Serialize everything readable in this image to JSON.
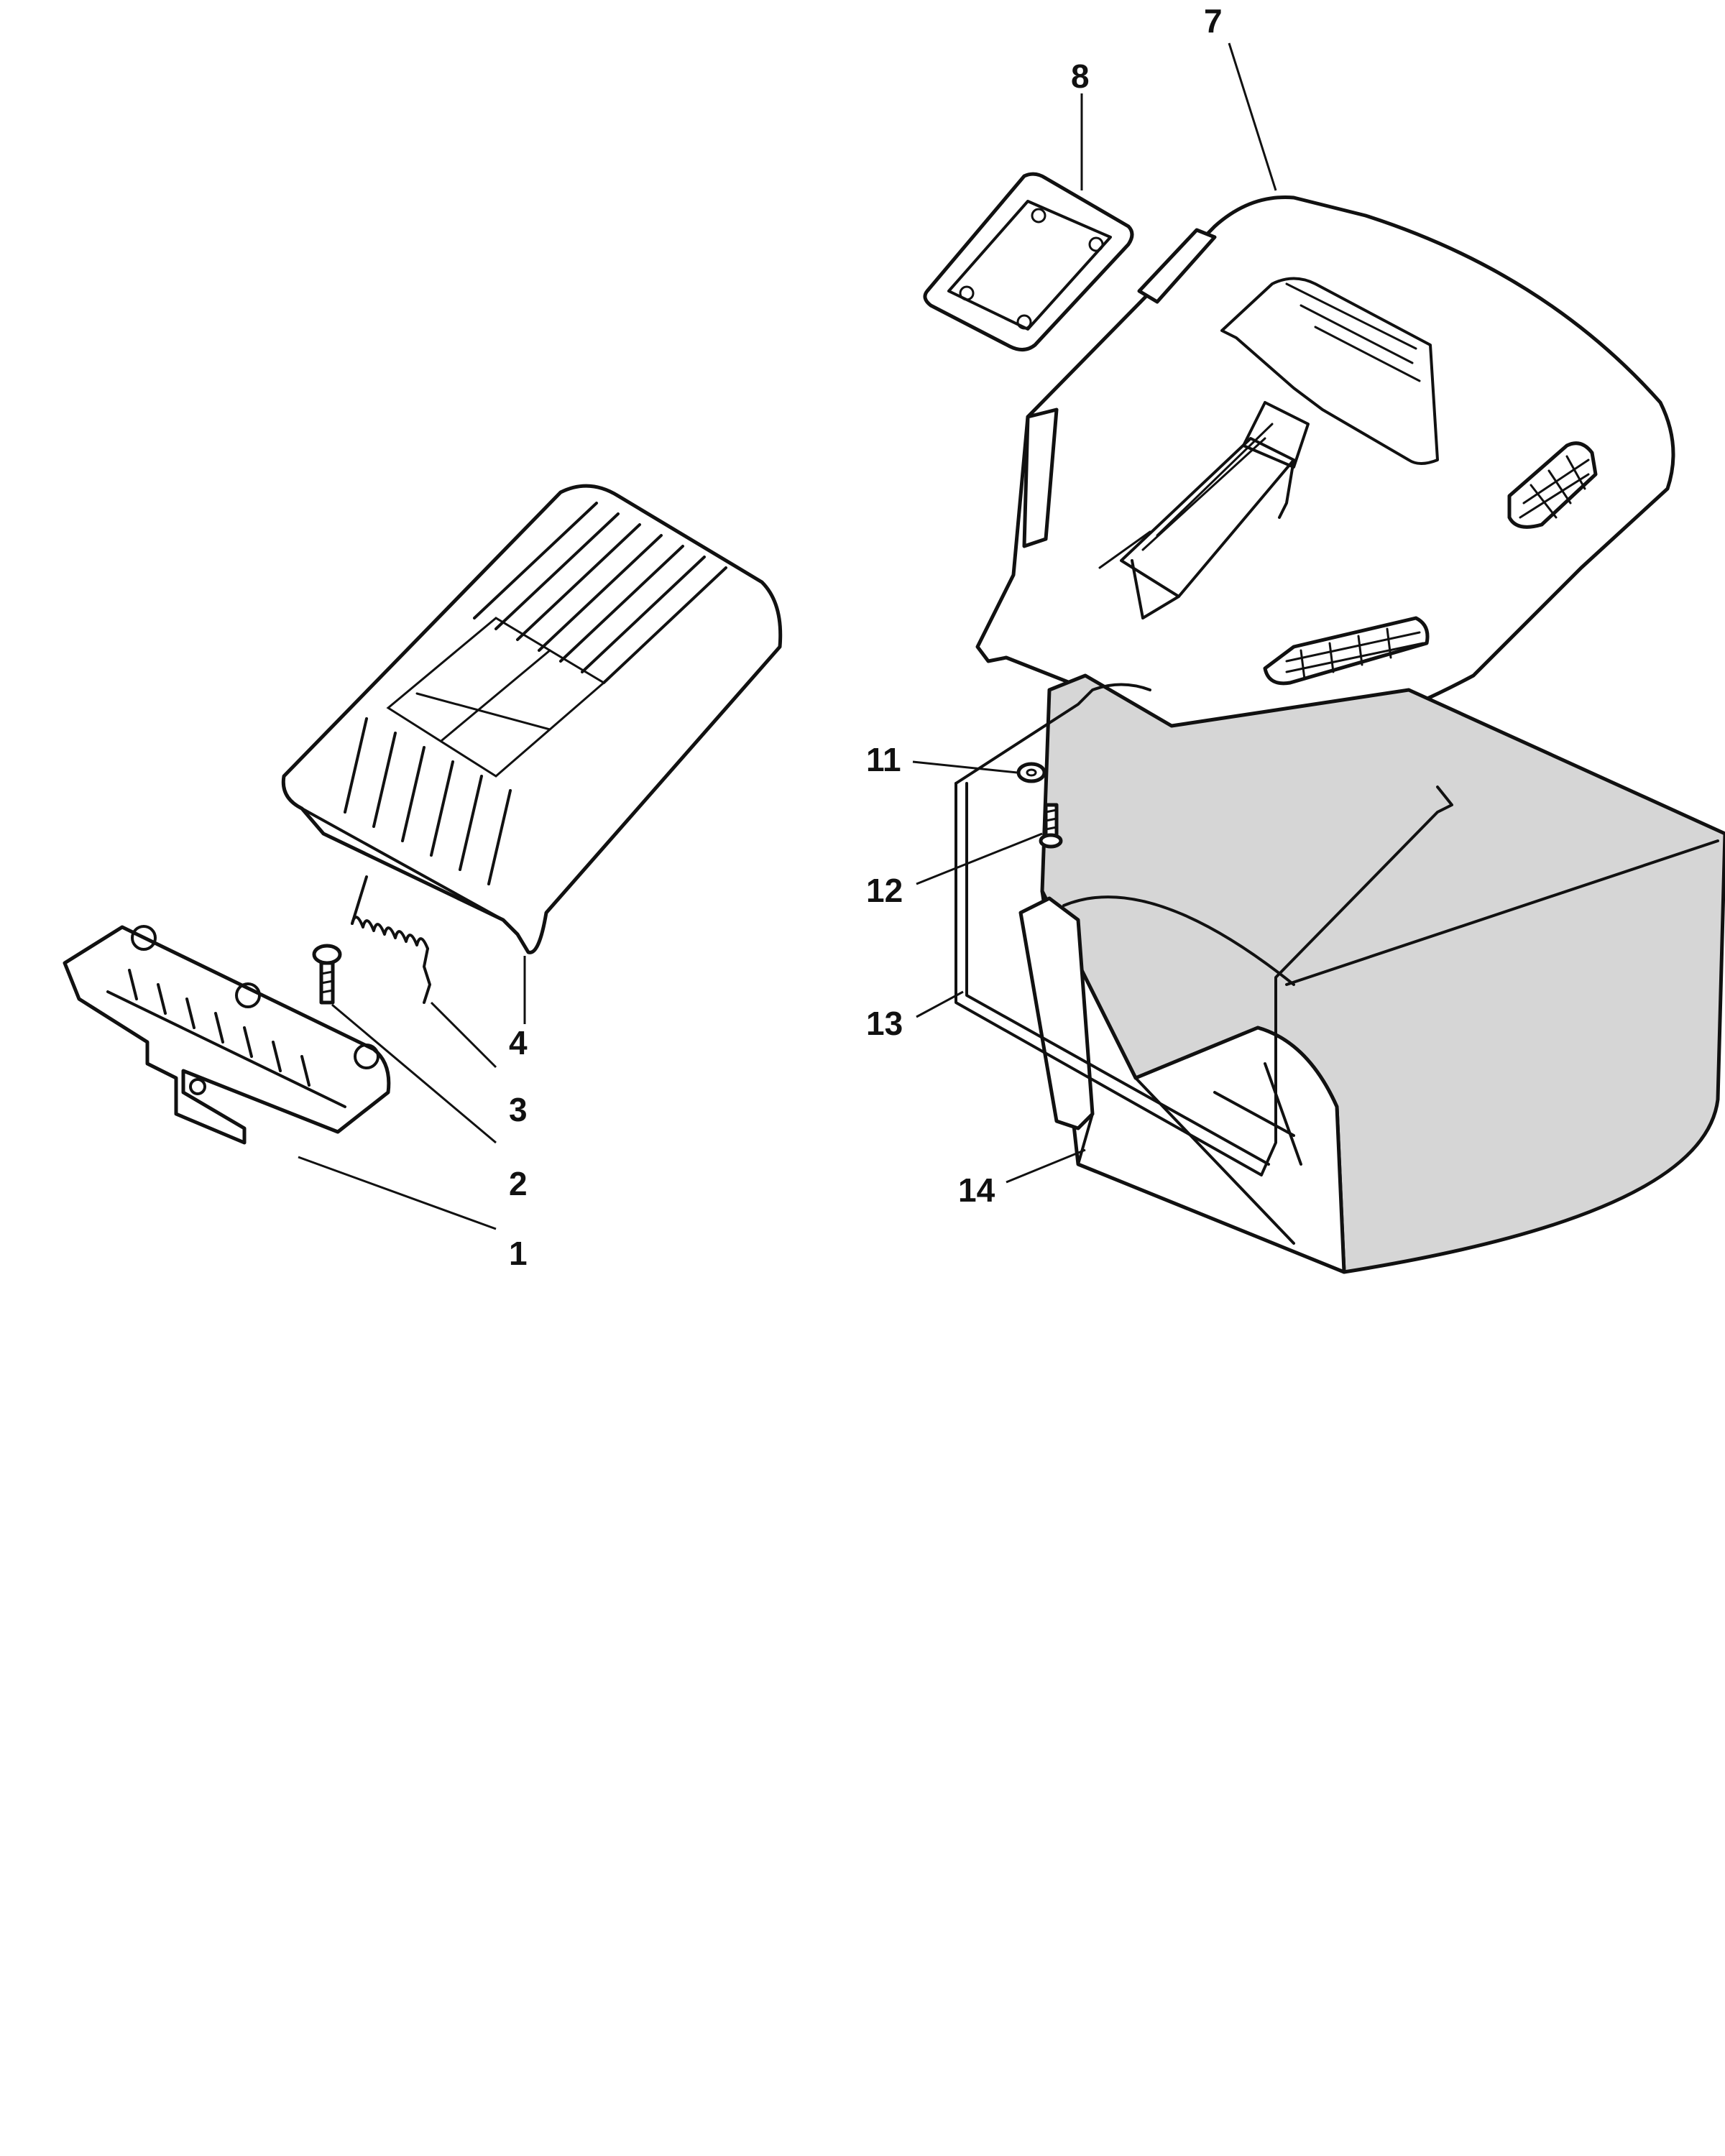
{
  "callouts": [
    {
      "id": "1",
      "label": "1"
    },
    {
      "id": "2",
      "label": "2"
    },
    {
      "id": "3",
      "label": "3"
    },
    {
      "id": "4",
      "label": "4"
    },
    {
      "id": "7",
      "label": "7"
    },
    {
      "id": "8",
      "label": "8"
    },
    {
      "id": "11",
      "label": "11"
    },
    {
      "id": "12",
      "label": "12"
    },
    {
      "id": "13",
      "label": "13"
    },
    {
      "id": "14",
      "label": "14"
    }
  ],
  "colors": {
    "ink": "#111111",
    "bag_fill": "#d6d6d6",
    "background": "#ffffff"
  }
}
